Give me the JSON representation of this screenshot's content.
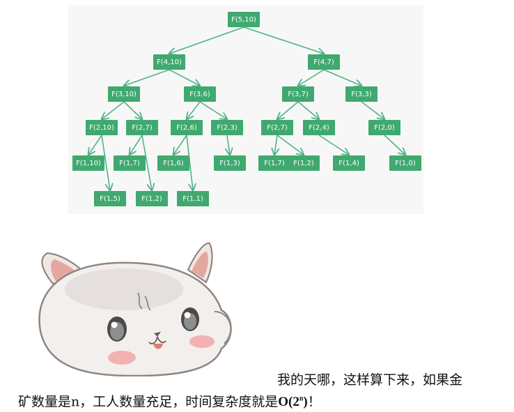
{
  "tree": {
    "edge_color": "#4fb385",
    "node_color": "#3fa96f",
    "nodes": [
      {
        "id": "n0",
        "label": "F(5,10)",
        "parent": null
      },
      {
        "id": "n1",
        "label": "F(4,10)",
        "parent": "n0"
      },
      {
        "id": "n2",
        "label": "F(4,7)",
        "parent": "n0"
      },
      {
        "id": "n3",
        "label": "F(3,10)",
        "parent": "n1"
      },
      {
        "id": "n4",
        "label": "F(3,6)",
        "parent": "n1"
      },
      {
        "id": "n5",
        "label": "F(3,7)",
        "parent": "n2"
      },
      {
        "id": "n6",
        "label": "F(3,3)",
        "parent": "n2"
      },
      {
        "id": "n7",
        "label": "F(2,10)",
        "parent": "n3"
      },
      {
        "id": "n8",
        "label": "F(2,7)",
        "parent": "n3"
      },
      {
        "id": "n9",
        "label": "F(2,6)",
        "parent": "n4"
      },
      {
        "id": "n10",
        "label": "F(2,3)",
        "parent": "n4"
      },
      {
        "id": "n11",
        "label": "F(2,7)",
        "parent": "n5"
      },
      {
        "id": "n12",
        "label": "F(2,4)",
        "parent": "n5"
      },
      {
        "id": "n13",
        "label": "F(2,0)",
        "parent": "n6"
      },
      {
        "id": "n14",
        "label": "F(1,10)",
        "parent": "n7"
      },
      {
        "id": "n15",
        "label": "F(1,5)",
        "parent": "n7"
      },
      {
        "id": "n16",
        "label": "F(1,7)",
        "parent": "n8"
      },
      {
        "id": "n17",
        "label": "F(1,2)",
        "parent": "n8"
      },
      {
        "id": "n18",
        "label": "F(1,6)",
        "parent": "n9"
      },
      {
        "id": "n19",
        "label": "F(1,1)",
        "parent": "n9"
      },
      {
        "id": "n20",
        "label": "F(1,3)",
        "parent": "n10"
      },
      {
        "id": "n21",
        "label": "F(1,7)",
        "parent": "n11"
      },
      {
        "id": "n22",
        "label": "F(1,2)",
        "parent": "n11"
      },
      {
        "id": "n23",
        "label": "F(1,4)",
        "parent": "n12"
      },
      {
        "id": "n24",
        "label": "F(1,0)",
        "parent": "n13"
      }
    ]
  },
  "illustration": {
    "subject": "kitten-illustration"
  },
  "caption": {
    "line1": "我的天哪，这样算下来，如果金",
    "line2_prefix": "矿数量是n，工人数量充足，时间复杂度就是",
    "complexity_base": "O(2",
    "complexity_exp": "n",
    "complexity_close": ")",
    "line2_suffix": "！"
  }
}
